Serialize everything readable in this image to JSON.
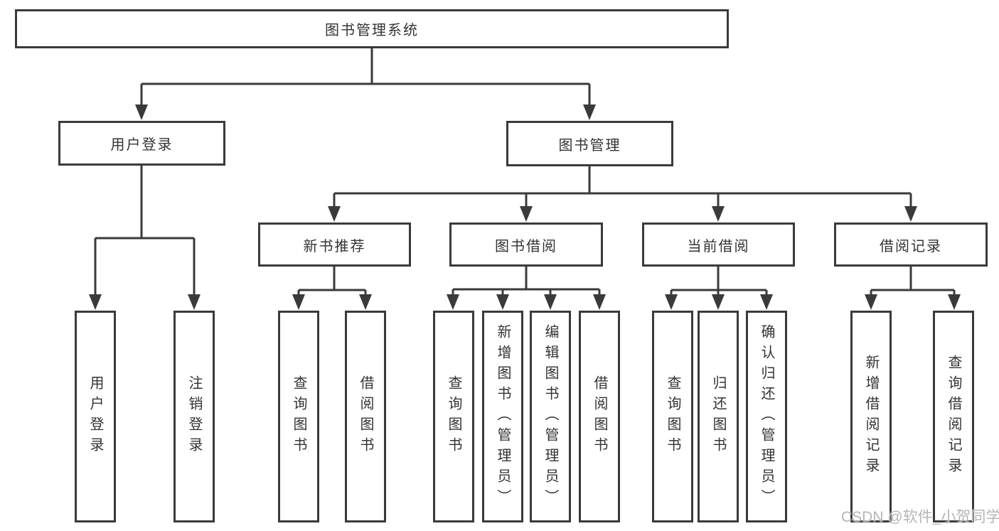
{
  "nodes": {
    "root": {
      "label": "图书管理系统"
    },
    "level2": [
      {
        "label": "用户登录"
      },
      {
        "label": "图书管理"
      }
    ],
    "level3": [
      {
        "label": "新书推荐"
      },
      {
        "label": "图书借阅"
      },
      {
        "label": "当前借阅"
      },
      {
        "label": "借阅记录"
      }
    ],
    "leaves_user_login": [
      {
        "label": "用户登录"
      },
      {
        "label": "注销登录"
      }
    ],
    "leaves_new_book": [
      {
        "label": "查询图书"
      },
      {
        "label": "借阅图书"
      }
    ],
    "leaves_book_borrow": [
      {
        "label": "查询图书"
      },
      {
        "label": "新增图书（管理员）"
      },
      {
        "label": "编辑图书（管理员）"
      },
      {
        "label": "借阅图书"
      }
    ],
    "leaves_current_borrow": [
      {
        "label": "查询图书"
      },
      {
        "label": "归还图书"
      },
      {
        "label": "确认归还（管理员）"
      }
    ],
    "leaves_borrow_record": [
      {
        "label": "新增借阅记录"
      },
      {
        "label": "查询借阅记录"
      }
    ]
  },
  "watermark": {
    "text": "CSDN @软件_小贺同学"
  },
  "colors": {
    "line": "#3a3a3a",
    "border": "#3a3a3a",
    "text": "#333333",
    "background": "#ffffff",
    "watermark": "#b5b5b5"
  }
}
